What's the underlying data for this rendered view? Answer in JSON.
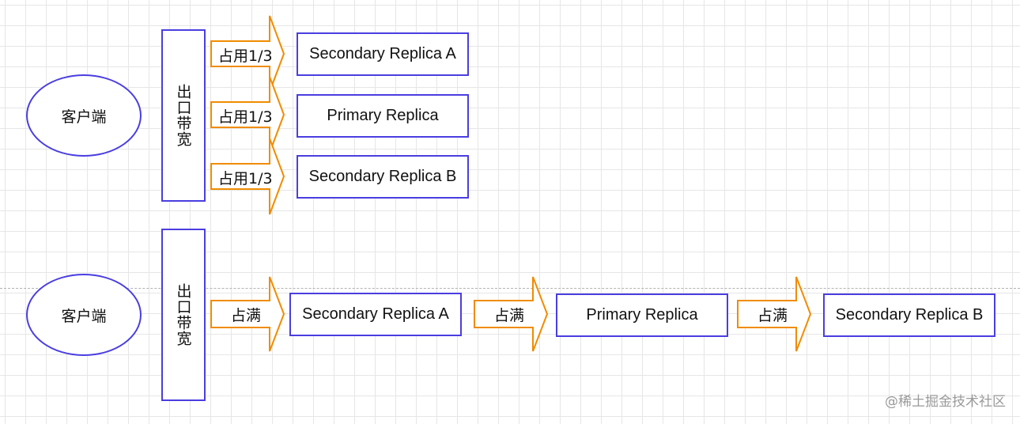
{
  "colors": {
    "box_border": "#4a3ee0",
    "arrow_stroke": "#f08c00",
    "grid": "#e6e6e6"
  },
  "top_flow": {
    "client": "客户端",
    "bandwidth": "出口带宽",
    "arrows": [
      "占用1/3",
      "占用1/3",
      "占用1/3"
    ],
    "replicas": [
      "Secondary Replica A",
      "Primary Replica",
      "Secondary Replica B"
    ]
  },
  "bottom_flow": {
    "client": "客户端",
    "bandwidth": "出口带宽",
    "arrows": [
      "占满",
      "占满",
      "占满"
    ],
    "replicas": [
      "Secondary Replica A",
      "Primary Replica",
      "Secondary Replica B"
    ]
  },
  "watermark": "@稀土掘金技术社区"
}
